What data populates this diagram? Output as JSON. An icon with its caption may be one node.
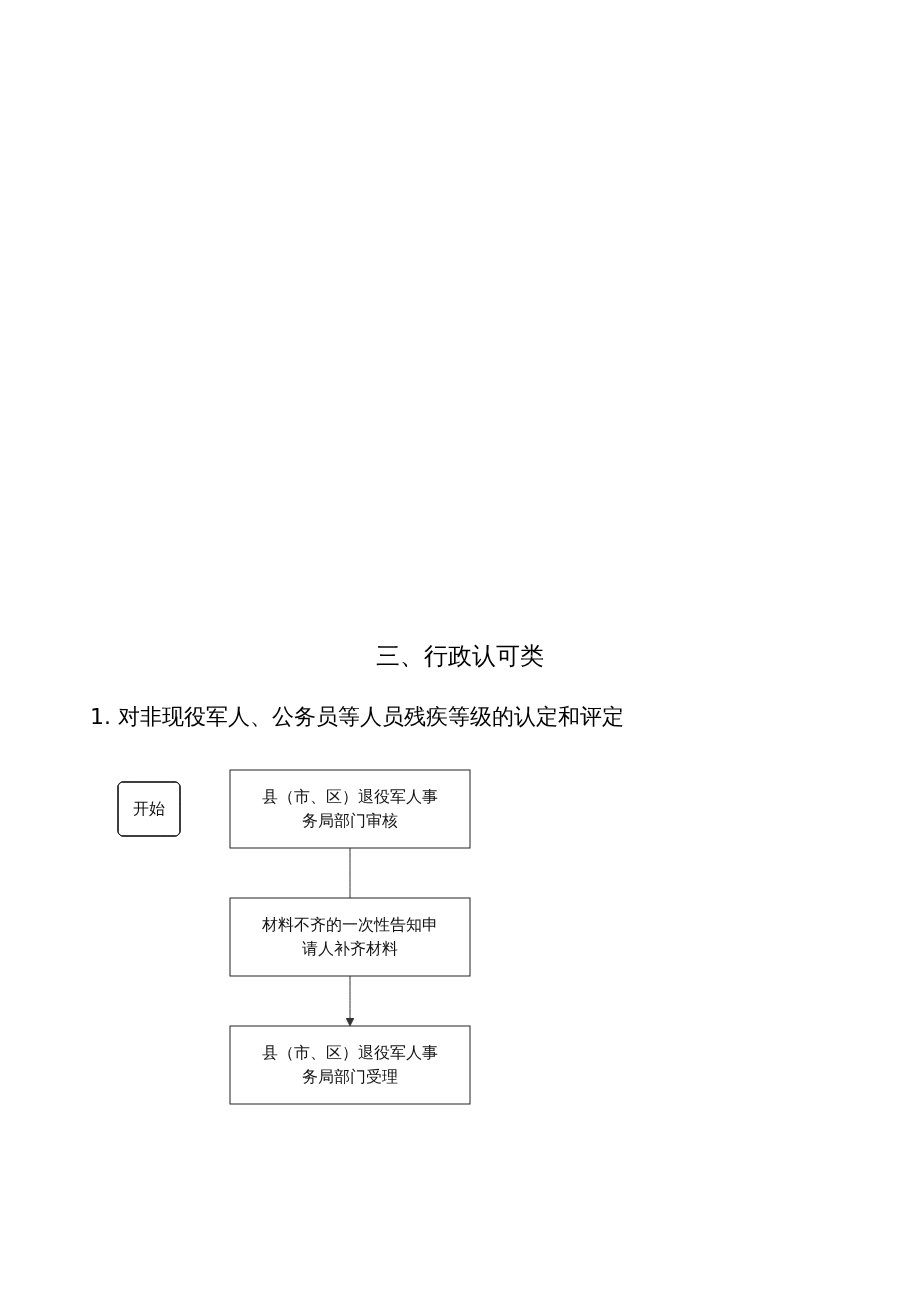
{
  "diagram": {
    "title": "三、行政认可类",
    "nodes": [
      {
        "text": [
          "开始"
        ]
      },
      {
        "text": [
          "县（市、区）退役军人事务局部门受理"
        ]
      },
      {
        "text": [
          "县（市、区）退役军人事务局部门审核"
        ]
      },
      {
        "text": [
          "材料不齐的一次性告知申请人补齐材料"
        ]
      }
    ],
    "edges": [
      {
        "from": 2,
        "to": 3,
        "arrow": "none"
      },
      {
        "from": 3,
        "to": 1,
        "arrow": "to"
      }
    ],
    "labels": [
      "1. 对非现役军人、公务员等人员残疾等级的认定和评定"
    ]
  }
}
